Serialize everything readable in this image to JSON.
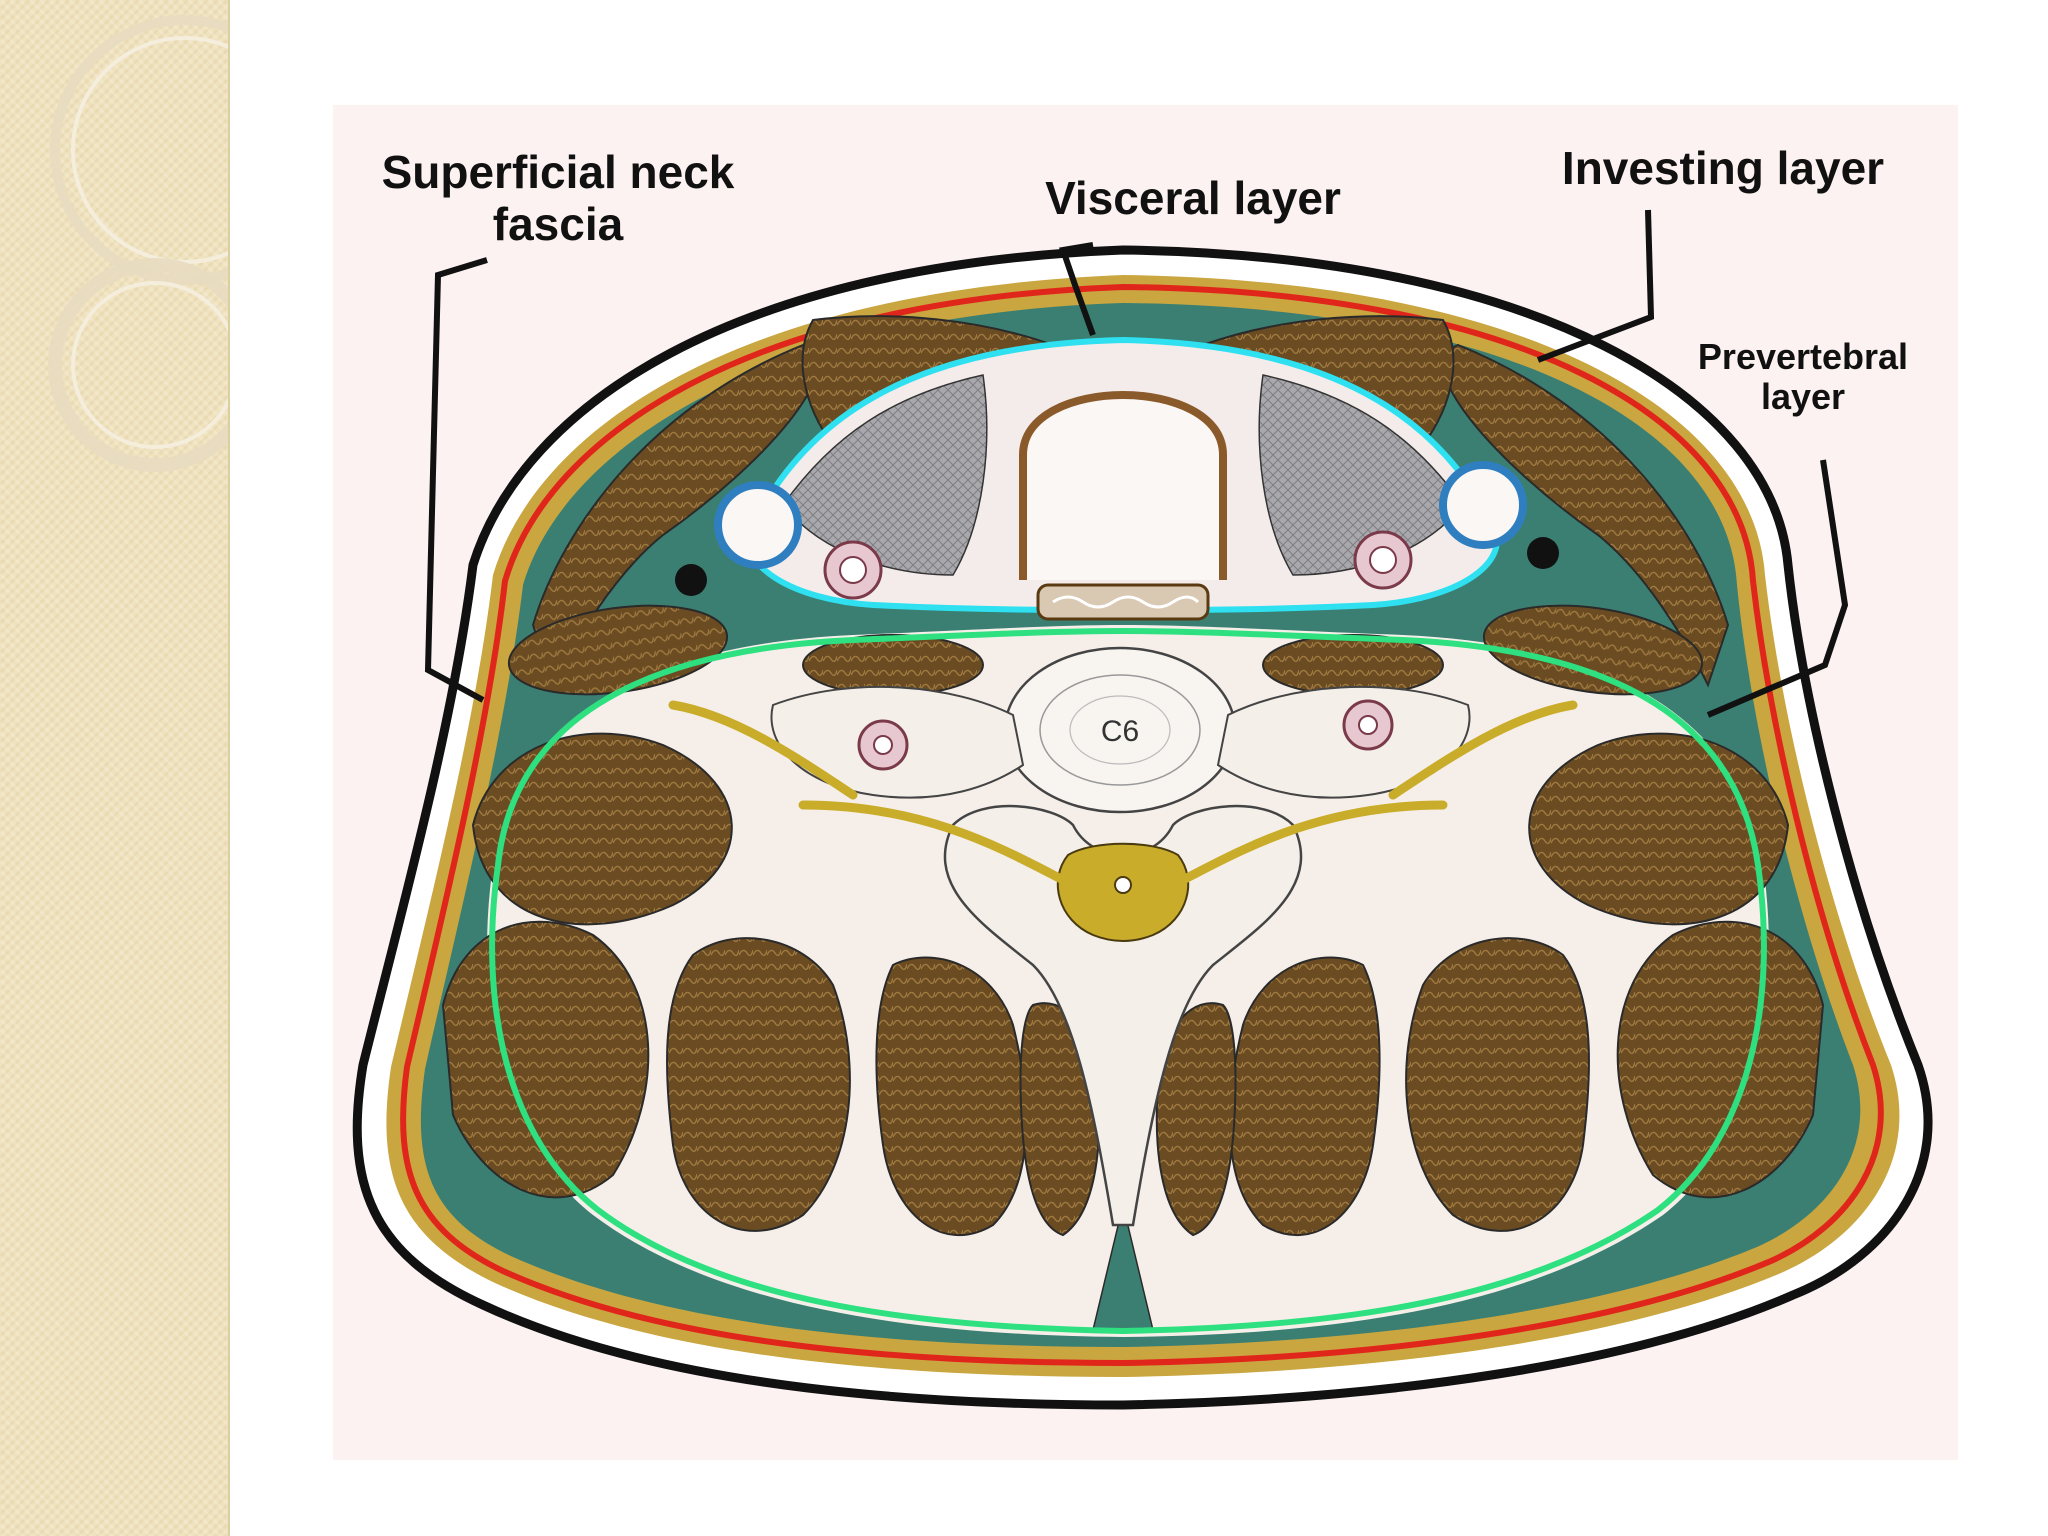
{
  "slide": {
    "sidebar_color": "#efe2bd"
  },
  "figure": {
    "labels": {
      "superficial": "Superficial neck\nfascia",
      "visceral": "Visceral layer",
      "investing": "Investing layer",
      "prevertebral": "Prevertebral\nlayer",
      "vertebra": "C6"
    },
    "colors": {
      "background": "#fbf2f1",
      "muscle": "#6b4c22",
      "fascia_dark_green": "#3b7f73",
      "superficial_line": "#e0261b",
      "subcutaneous_fat": "#c9a640",
      "visceral_line": "#2ee0f0",
      "prevertebral_line": "#2ee080",
      "bone": "#f4efe9",
      "nerve": "#c9ac2a",
      "trachea_ring": "#8a5a2a",
      "jugular_vein": "#2f7fc0",
      "carotid_artery": "#c98a9a"
    }
  }
}
